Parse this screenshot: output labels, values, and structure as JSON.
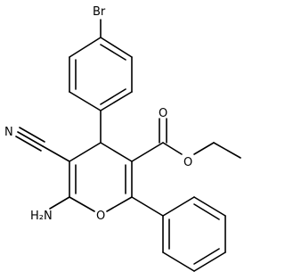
{
  "molecule": {
    "labels": {
      "bromine": "Br",
      "nitrile_n": "N",
      "amine": "H₂N",
      "ring_oxygen": "O",
      "ester_carbonyl_o": "O",
      "ester_ether_o": "O"
    },
    "colors": {
      "bond": "#000000",
      "label": "#000000",
      "background": "#ffffff"
    }
  }
}
